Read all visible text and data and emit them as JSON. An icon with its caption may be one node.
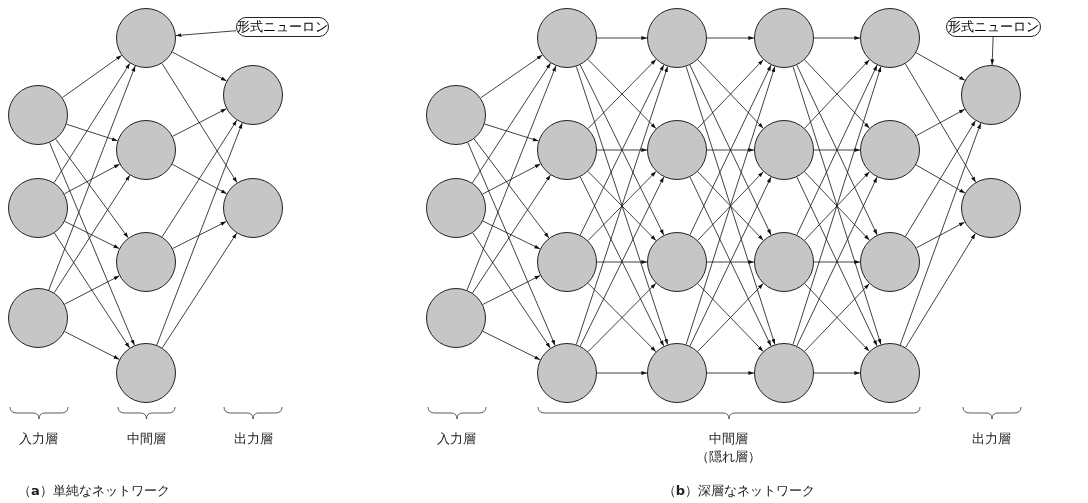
{
  "diagram": {
    "nodes": [
      {
        "text": [],
        "shape": "circle"
      },
      {
        "text": [],
        "shape": "circle"
      },
      {
        "text": [],
        "shape": "circle"
      },
      {
        "text": [],
        "shape": "circle"
      },
      {
        "text": [],
        "shape": "circle"
      },
      {
        "text": [],
        "shape": "circle"
      },
      {
        "text": [],
        "shape": "circle"
      },
      {
        "text": [],
        "shape": "circle"
      },
      {
        "text": [],
        "shape": "circle"
      },
      {
        "text": [
          "形式ニューロン"
        ]
      },
      {
        "text": [],
        "shape": "circle"
      },
      {
        "text": [],
        "shape": "circle"
      },
      {
        "text": [],
        "shape": "circle"
      },
      {
        "text": [],
        "shape": "circle"
      },
      {
        "text": [],
        "shape": "circle"
      },
      {
        "text": [],
        "shape": "circle"
      },
      {
        "text": [],
        "shape": "circle"
      },
      {
        "text": [],
        "shape": "circle"
      },
      {
        "text": [],
        "shape": "circle"
      },
      {
        "text": [],
        "shape": "circle"
      },
      {
        "text": [],
        "shape": "circle"
      },
      {
        "text": [],
        "shape": "circle"
      },
      {
        "text": [],
        "shape": "circle"
      },
      {
        "text": [],
        "shape": "circle"
      },
      {
        "text": [],
        "shape": "circle"
      },
      {
        "text": [],
        "shape": "circle"
      },
      {
        "text": [],
        "shape": "circle"
      },
      {
        "text": [],
        "shape": "circle"
      },
      {
        "text": [],
        "shape": "circle"
      },
      {
        "text": [],
        "shape": "circle"
      },
      {
        "text": [],
        "shape": "circle"
      },
      {
        "text": [
          "形式ニューロン"
        ]
      }
    ],
    "edges": [
      {
        "from": 0,
        "to": 3,
        "arrow": "to"
      },
      {
        "from": 0,
        "to": 4,
        "arrow": "to"
      },
      {
        "from": 0,
        "to": 5,
        "arrow": "to"
      },
      {
        "from": 0,
        "to": 6,
        "arrow": "to"
      },
      {
        "from": 1,
        "to": 3,
        "arrow": "to"
      },
      {
        "from": 1,
        "to": 4,
        "arrow": "to"
      },
      {
        "from": 1,
        "to": 5,
        "arrow": "to"
      },
      {
        "from": 1,
        "to": 6,
        "arrow": "to"
      },
      {
        "from": 2,
        "to": 3,
        "arrow": "to"
      },
      {
        "from": 2,
        "to": 4,
        "arrow": "to"
      },
      {
        "from": 2,
        "to": 5,
        "arrow": "to"
      },
      {
        "from": 2,
        "to": 6,
        "arrow": "to"
      },
      {
        "from": 3,
        "to": 7,
        "arrow": "to"
      },
      {
        "from": 3,
        "to": 8,
        "arrow": "to"
      },
      {
        "from": 4,
        "to": 7,
        "arrow": "to"
      },
      {
        "from": 4,
        "to": 8,
        "arrow": "to"
      },
      {
        "from": 5,
        "to": 7,
        "arrow": "to"
      },
      {
        "from": 5,
        "to": 8,
        "arrow": "to"
      },
      {
        "from": 6,
        "to": 7,
        "arrow": "to"
      },
      {
        "from": 6,
        "to": 8,
        "arrow": "to"
      },
      {
        "from": 10,
        "to": 13,
        "arrow": "to"
      },
      {
        "from": 10,
        "to": 14,
        "arrow": "to"
      },
      {
        "from": 10,
        "to": 15,
        "arrow": "to"
      },
      {
        "from": 10,
        "to": 16,
        "arrow": "to"
      },
      {
        "from": 11,
        "to": 13,
        "arrow": "to"
      },
      {
        "from": 11,
        "to": 14,
        "arrow": "to"
      },
      {
        "from": 11,
        "to": 15,
        "arrow": "to"
      },
      {
        "from": 11,
        "to": 16,
        "arrow": "to"
      },
      {
        "from": 12,
        "to": 13,
        "arrow": "to"
      },
      {
        "from": 12,
        "to": 14,
        "arrow": "to"
      },
      {
        "from": 12,
        "to": 15,
        "arrow": "to"
      },
      {
        "from": 12,
        "to": 16,
        "arrow": "to"
      },
      {
        "from": 13,
        "to": 17,
        "arrow": "to"
      },
      {
        "from": 13,
        "to": 18,
        "arrow": "to"
      },
      {
        "from": 13,
        "to": 19,
        "arrow": "to"
      },
      {
        "from": 13,
        "to": 20,
        "arrow": "to"
      },
      {
        "from": 14,
        "to": 17,
        "arrow": "to"
      },
      {
        "from": 14,
        "to": 18,
        "arrow": "to"
      },
      {
        "from": 14,
        "to": 19,
        "arrow": "to"
      },
      {
        "from": 14,
        "to": 20,
        "arrow": "to"
      },
      {
        "from": 15,
        "to": 17,
        "arrow": "to"
      },
      {
        "from": 15,
        "to": 18,
        "arrow": "to"
      },
      {
        "from": 15,
        "to": 19,
        "arrow": "to"
      },
      {
        "from": 15,
        "to": 20,
        "arrow": "to"
      },
      {
        "from": 16,
        "to": 17,
        "arrow": "to"
      },
      {
        "from": 16,
        "to": 18,
        "arrow": "to"
      },
      {
        "from": 16,
        "to": 19,
        "arrow": "to"
      },
      {
        "from": 16,
        "to": 20,
        "arrow": "to"
      },
      {
        "from": 17,
        "to": 21,
        "arrow": "to"
      },
      {
        "from": 17,
        "to": 22,
        "arrow": "to"
      },
      {
        "from": 17,
        "to": 23,
        "arrow": "to"
      },
      {
        "from": 17,
        "to": 24,
        "arrow": "to"
      },
      {
        "from": 18,
        "to": 21,
        "arrow": "to"
      },
      {
        "from": 18,
        "to": 22,
        "arrow": "to"
      },
      {
        "from": 18,
        "to": 23,
        "arrow": "to"
      },
      {
        "from": 18,
        "to": 24,
        "arrow": "to"
      },
      {
        "from": 19,
        "to": 21,
        "arrow": "to"
      },
      {
        "from": 19,
        "to": 22,
        "arrow": "to"
      },
      {
        "from": 19,
        "to": 23,
        "arrow": "to"
      },
      {
        "from": 19,
        "to": 24,
        "arrow": "to"
      },
      {
        "from": 20,
        "to": 21,
        "arrow": "to"
      },
      {
        "from": 20,
        "to": 22,
        "arrow": "to"
      },
      {
        "from": 20,
        "to": 23,
        "arrow": "to"
      },
      {
        "from": 20,
        "to": 24,
        "arrow": "to"
      },
      {
        "from": 21,
        "to": 25,
        "arrow": "to"
      },
      {
        "from": 21,
        "to": 26,
        "arrow": "to"
      },
      {
        "from": 21,
        "to": 27,
        "arrow": "to"
      },
      {
        "from": 21,
        "to": 28,
        "arrow": "to"
      },
      {
        "from": 22,
        "to": 25,
        "arrow": "to"
      },
      {
        "from": 22,
        "to": 26,
        "arrow": "to"
      },
      {
        "from": 22,
        "to": 27,
        "arrow": "to"
      },
      {
        "from": 22,
        "to": 28,
        "arrow": "to"
      },
      {
        "from": 23,
        "to": 25,
        "arrow": "to"
      },
      {
        "from": 23,
        "to": 26,
        "arrow": "to"
      },
      {
        "from": 23,
        "to": 27,
        "arrow": "to"
      },
      {
        "from": 23,
        "to": 28,
        "arrow": "to"
      },
      {
        "from": 24,
        "to": 25,
        "arrow": "to"
      },
      {
        "from": 24,
        "to": 26,
        "arrow": "to"
      },
      {
        "from": 24,
        "to": 27,
        "arrow": "to"
      },
      {
        "from": 24,
        "to": 28,
        "arrow": "to"
      },
      {
        "from": 25,
        "to": 29,
        "arrow": "to"
      },
      {
        "from": 25,
        "to": 30,
        "arrow": "to"
      },
      {
        "from": 26,
        "to": 29,
        "arrow": "to"
      },
      {
        "from": 26,
        "to": 30,
        "arrow": "to"
      },
      {
        "from": 27,
        "to": 29,
        "arrow": "to"
      },
      {
        "from": 27,
        "to": 30,
        "arrow": "to"
      },
      {
        "from": 28,
        "to": 29,
        "arrow": "to"
      },
      {
        "from": 28,
        "to": 30,
        "arrow": "to"
      },
      {
        "from": 9,
        "to": 3,
        "arrow": "to"
      },
      {
        "from": 31,
        "to": 29,
        "arrow": "to"
      }
    ],
    "labels": [
      "入力層",
      "中間層",
      "出力層",
      "入力層",
      "中間層",
      "（隠れ層）",
      "出力層",
      "（**a**）単純なネットワーク",
      "（**b**）深層なネットワーク"
    ]
  }
}
